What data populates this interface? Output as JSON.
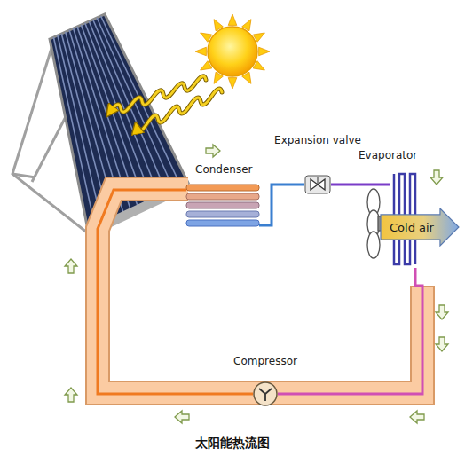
{
  "diagram": {
    "caption": "太阳能热流图",
    "nodes": [
      {
        "text": [
          "Condenser"
        ]
      },
      {
        "text": [
          "Expansion valve"
        ]
      },
      {
        "text": [
          "Evaporator"
        ]
      },
      {
        "text": [
          "Cold air"
        ]
      },
      {
        "text": [
          "Compressor"
        ]
      }
    ],
    "edges": [
      {
        "from": 0,
        "to": 1,
        "arrow": "none"
      },
      {
        "from": 1,
        "to": 2,
        "arrow": "none"
      },
      {
        "from": 2,
        "to": 4,
        "arrow": "none"
      },
      {
        "from": 4,
        "to": 0,
        "arrow": "none"
      }
    ]
  }
}
